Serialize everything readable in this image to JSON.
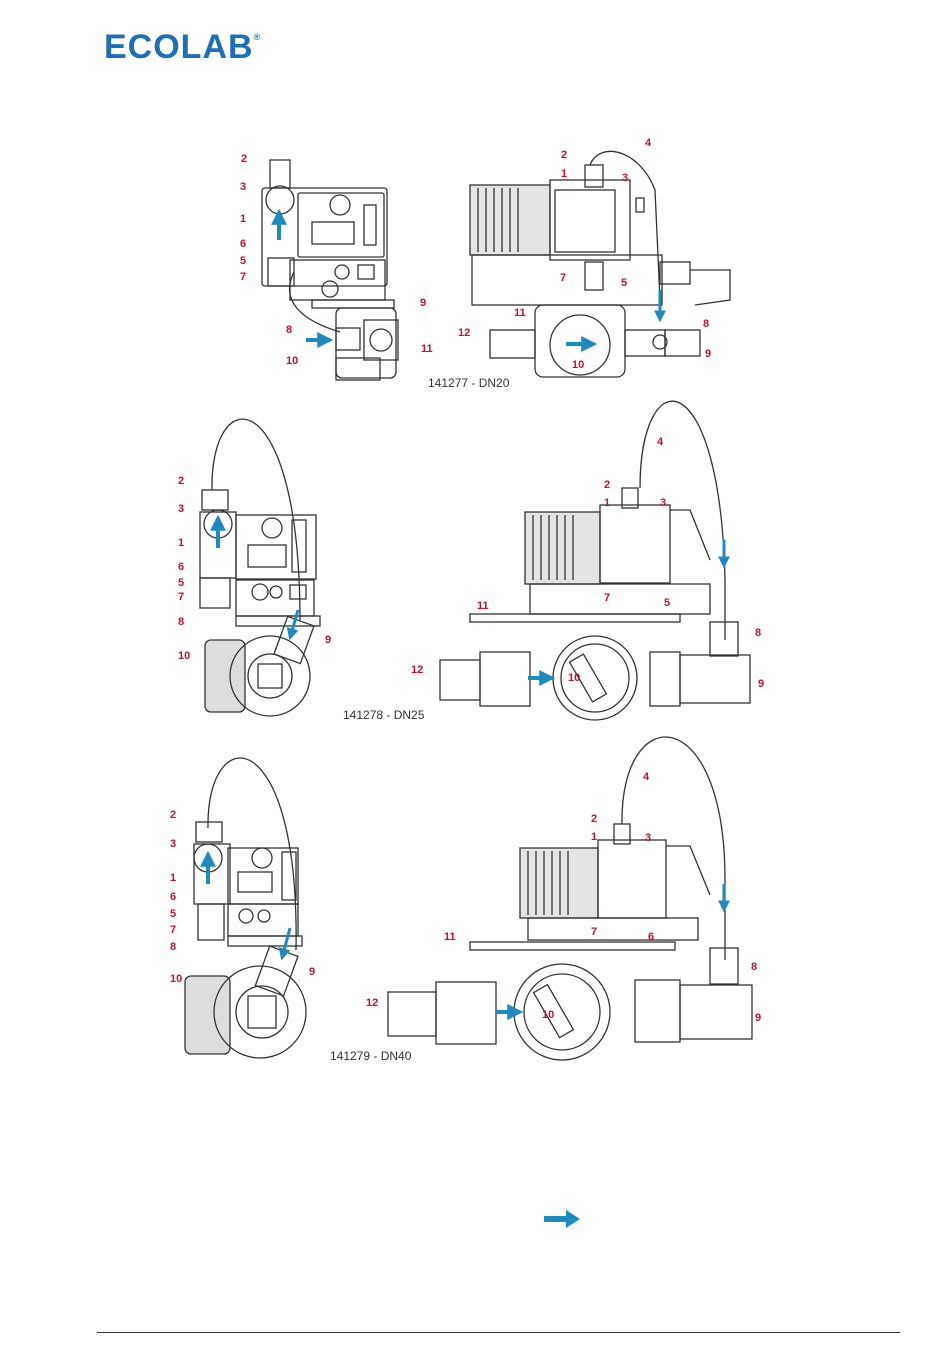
{
  "brand": {
    "logo_text": "ECOLAB",
    "registered": "®"
  },
  "figures": [
    {
      "caption": "141277 - DN20",
      "left_labels": [
        "2",
        "3",
        "1",
        "6",
        "5",
        "7",
        "8",
        "9",
        "10",
        "11"
      ],
      "right_labels": [
        "4",
        "2",
        "1",
        "3",
        "7",
        "5",
        "11",
        "12",
        "10",
        "8",
        "9"
      ]
    },
    {
      "caption": "141278 - DN25",
      "left_labels": [
        "2",
        "3",
        "1",
        "6",
        "5",
        "7",
        "8",
        "9",
        "10"
      ],
      "right_labels": [
        "4",
        "2",
        "1",
        "3",
        "7",
        "5",
        "11",
        "8",
        "12",
        "10",
        "9"
      ]
    },
    {
      "caption": "141279 - DN40",
      "left_labels": [
        "2",
        "3",
        "1",
        "6",
        "5",
        "7",
        "8",
        "9",
        "10"
      ],
      "right_labels": [
        "4",
        "2",
        "1",
        "3",
        "7",
        "6",
        "11",
        "8",
        "12",
        "10",
        "9"
      ]
    }
  ],
  "colors": {
    "brand_blue": "#1f6fb5",
    "callout_red": "#c8102e",
    "flow_arrow": "#1f8ac0"
  },
  "legend": {
    "icon": "flow-direction-arrow-icon"
  }
}
